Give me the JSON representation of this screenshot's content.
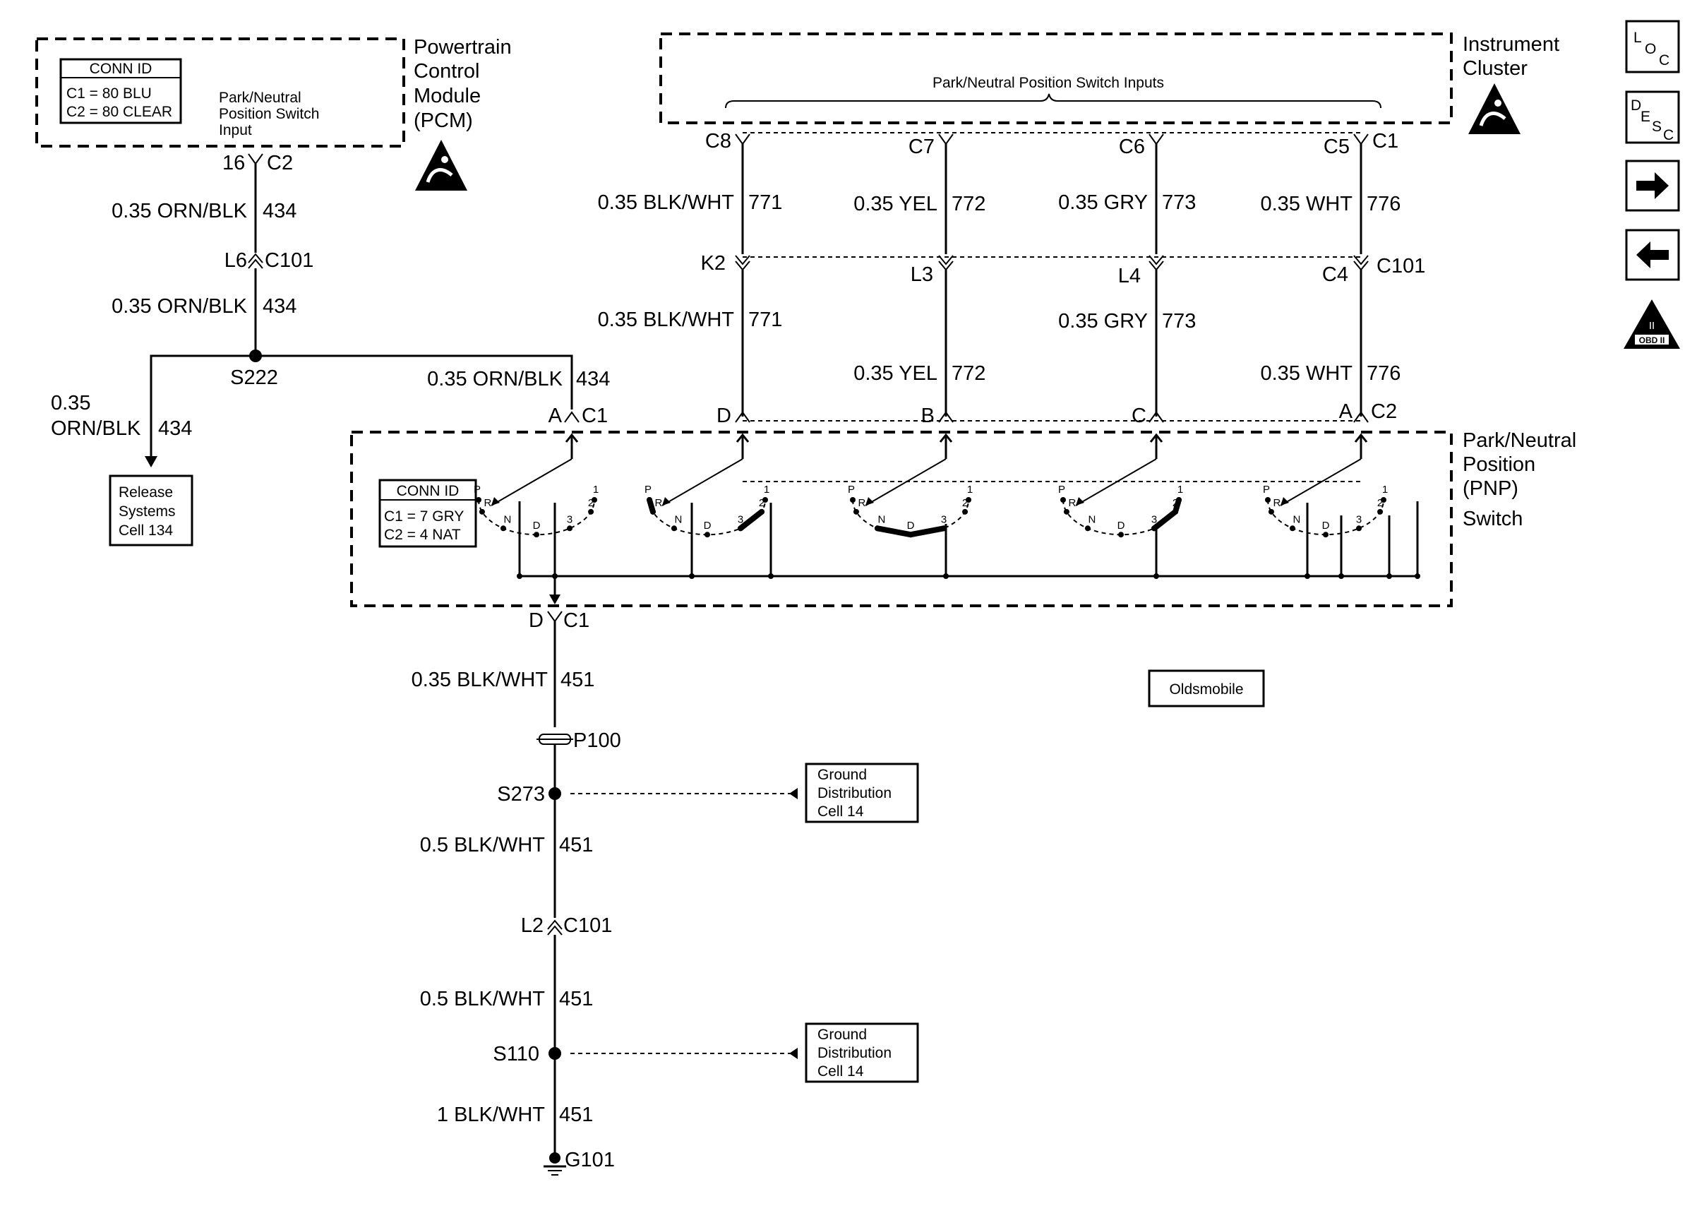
{
  "pcm": {
    "name_lines": [
      "Powertrain",
      "Control",
      "Module",
      "(PCM)"
    ],
    "conn_id_title": "CONN ID",
    "conn_id_lines": [
      "C1 = 80 BLU",
      "C2 = 80 CLEAR"
    ],
    "input_lines": [
      "Park/Neutral",
      "Position Switch",
      "Input"
    ],
    "pin": "16",
    "connector": "C2"
  },
  "pcm_wire": {
    "seg1": "0.35 ORN/BLK",
    "seg1_circuit": "434",
    "c101_pin": "L6",
    "c101": "C101",
    "seg2": "0.35 ORN/BLK",
    "seg2_circuit": "434",
    "splice": "S222",
    "release_wire_lines": [
      "0.35",
      "ORN/BLK"
    ],
    "release_circuit": "434",
    "release_box_lines": [
      "Release",
      "Systems",
      "Cell 134"
    ],
    "pnp_branch": "0.35 ORN/BLK",
    "pnp_branch_circuit": "434",
    "pnp_pin": "A",
    "pnp_conn": "C1"
  },
  "cluster": {
    "name_lines": [
      "Instrument",
      "Cluster"
    ],
    "inputs_label": "Park/Neutral Position Switch Inputs",
    "connector": "C1",
    "c101": "C101",
    "pnp_conn": "C2",
    "wires": [
      {
        "cluster_pin": "C8",
        "upper_color": "0.35 BLK/WHT",
        "upper_circuit": "771",
        "c101_pin": "K2",
        "lower_color": "0.35 BLK/WHT",
        "lower_circuit": "771",
        "pnp_pin": "D"
      },
      {
        "cluster_pin": "C7",
        "upper_color": "0.35 YEL",
        "upper_circuit": "772",
        "c101_pin": "L3",
        "lower_color": "0.35 YEL",
        "lower_circuit": "772",
        "pnp_pin": "B"
      },
      {
        "cluster_pin": "C6",
        "upper_color": "0.35 GRY",
        "upper_circuit": "773",
        "c101_pin": "L4",
        "lower_color": "0.35 GRY",
        "lower_circuit": "773",
        "pnp_pin": "C"
      },
      {
        "cluster_pin": "C5",
        "upper_color": "0.35 WHT",
        "upper_circuit": "776",
        "c101_pin": "C4",
        "lower_color": "0.35 WHT",
        "lower_circuit": "776",
        "pnp_pin": "A"
      }
    ]
  },
  "pnp": {
    "name_lines": [
      "Park/Neutral",
      "Position",
      "(PNP)",
      "Switch"
    ],
    "conn_id_title": "CONN ID",
    "conn_id_lines": [
      "C1 = 7 GRY",
      "C2 = 4 NAT"
    ],
    "gears": [
      "P",
      "R",
      "N",
      "D",
      "3",
      "2",
      "1"
    ],
    "ground_pin": "D",
    "ground_conn": "C1"
  },
  "ground_wire": {
    "seg1": "0.35 BLK/WHT",
    "seg1_circuit": "451",
    "p100": "P100",
    "splice1": "S273",
    "gd1_lines": [
      "Ground",
      "Distribution",
      "Cell 14"
    ],
    "seg2": "0.5 BLK/WHT",
    "seg2_circuit": "451",
    "c101_pin": "L2",
    "c101": "C101",
    "seg3": "0.5 BLK/WHT",
    "seg3_circuit": "451",
    "splice2": "S110",
    "gd2_lines": [
      "Ground",
      "Distribution",
      "Cell 14"
    ],
    "seg4": "1 BLK/WHT",
    "seg4_circuit": "451",
    "ground": "G101"
  },
  "variant_label": "Oldsmobile",
  "side_icons": {
    "loc": [
      "L",
      "O",
      "C"
    ],
    "desc": [
      "D",
      "E",
      "S",
      "C"
    ],
    "next": "arrow-right-icon",
    "prev": "arrow-left-icon",
    "obd": [
      "II",
      "OBD II"
    ]
  }
}
